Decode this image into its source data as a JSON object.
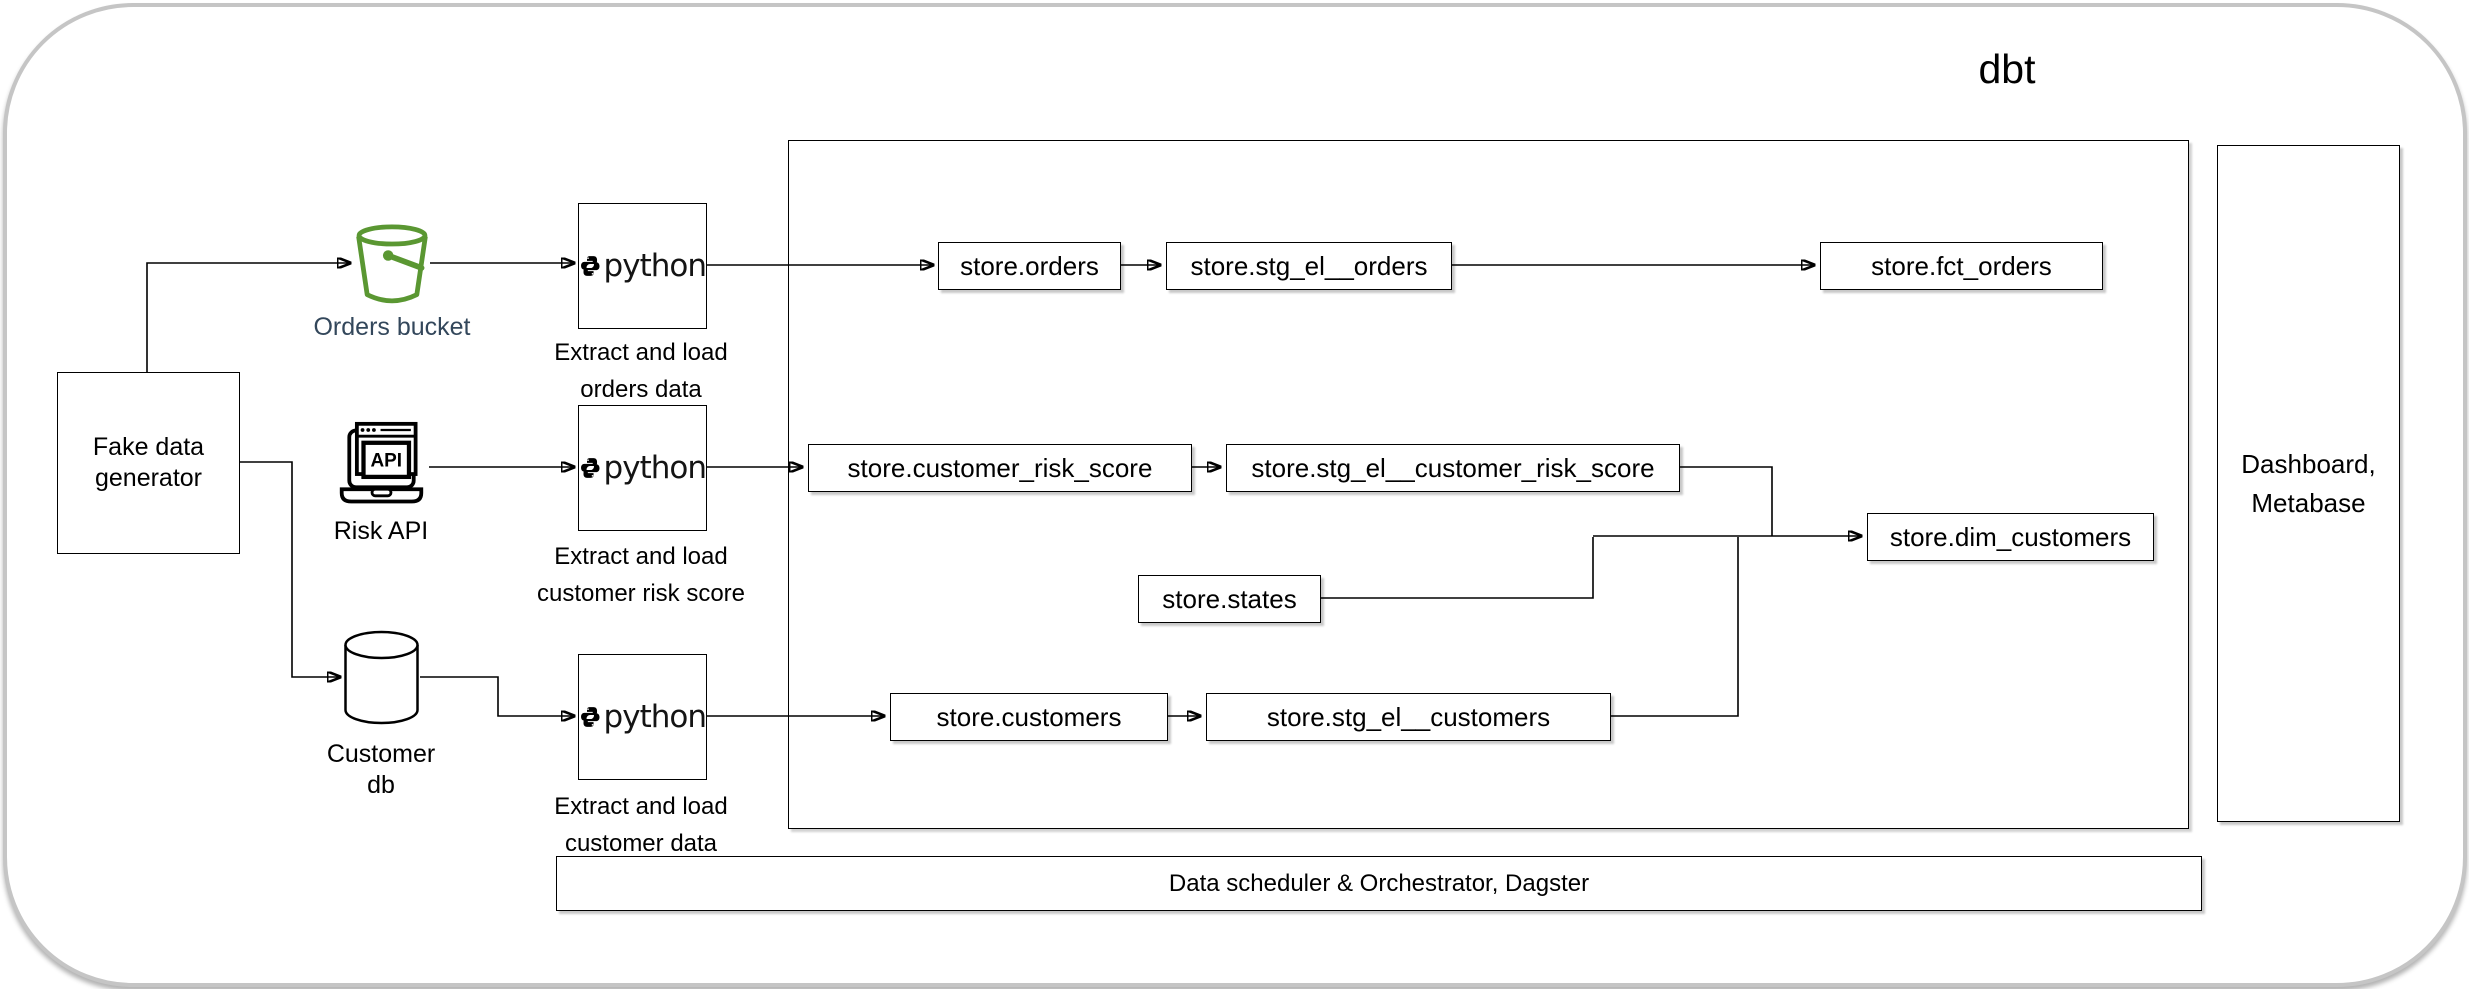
{
  "diagram": {
    "dbt_title": "dbt",
    "sources": {
      "fake_data_generator": "Fake data\ngenerator",
      "orders_bucket": "Orders bucket",
      "risk_api": "Risk API",
      "risk_api_icon_text": "API",
      "customer_db": "Customer\ndb"
    },
    "python_jobs": [
      {
        "logo_text": "python",
        "caption": "Extract and load\norders data"
      },
      {
        "logo_text": "python",
        "caption": "Extract and load\ncustomer risk score"
      },
      {
        "logo_text": "python",
        "caption": "Extract and load\ncustomer data"
      }
    ],
    "dbt_models": {
      "orders": "store.orders",
      "stg_el_orders": "store.stg_el__orders",
      "fct_orders": "store.fct_orders",
      "customer_risk_score": "store.customer_risk_score",
      "stg_el_customer_risk_score": "store.stg_el__customer_risk_score",
      "states": "store.states",
      "dim_customers": "store.dim_customers",
      "customers": "store.customers",
      "stg_el_customers": "store.stg_el__customers"
    },
    "outputs": {
      "dashboard": "Dashboard,\nMetabase"
    },
    "orchestration": {
      "label": "Data scheduler & Orchestrator, Dagster"
    },
    "colors": {
      "bucket_green": "#5a9732",
      "bucket_label": "#33475b",
      "connector": "#000000",
      "window_border": "#c5c5c5"
    }
  }
}
